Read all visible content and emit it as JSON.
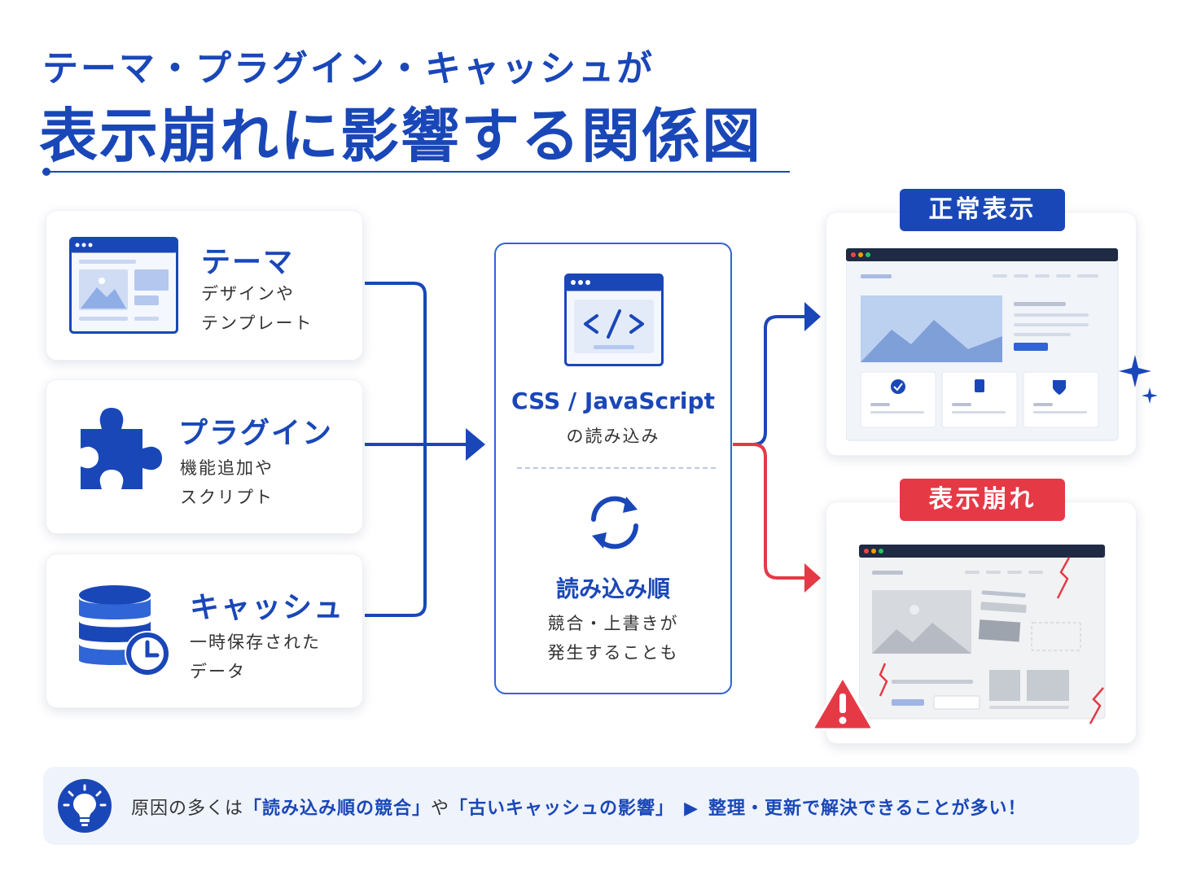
{
  "title": {
    "line1": "テーマ・プラグイン・キャッシュが",
    "line2": "表示崩れに影響する関係図"
  },
  "sources": [
    {
      "name": "テーマ",
      "desc_line1": "デザインや",
      "desc_line2": "テンプレート",
      "icon": "browser-window-icon"
    },
    {
      "name": "プラグイン",
      "desc_line1": "機能追加や",
      "desc_line2": "スクリプト",
      "icon": "puzzle-piece-icon"
    },
    {
      "name": "キャッシュ",
      "desc_line1": "一時保存された",
      "desc_line2": "データ",
      "icon": "database-clock-icon"
    }
  ],
  "center": {
    "heading1": "CSS / JavaScript",
    "text1": "の読み込み",
    "heading2": "読み込み順",
    "text2_line1": "競合・上書きが",
    "text2_line2": "発生することも",
    "icon1": "code-window-icon",
    "icon2": "sync-arrows-icon"
  },
  "results": {
    "ok_label": "正常表示",
    "ng_label": "表示崩れ"
  },
  "footer": {
    "text_before": "原因の多くは",
    "quote1": "「読み込み順の競合」",
    "connector": "や",
    "quote2": "「古いキャッシュの影響」",
    "arrow": "▶",
    "conclusion": "整理・更新で解決できることが多い！",
    "icon": "lightbulb-icon"
  },
  "colors": {
    "primary": "#1a47b8",
    "danger": "#e63946",
    "footer_bg": "#eef3fc"
  }
}
